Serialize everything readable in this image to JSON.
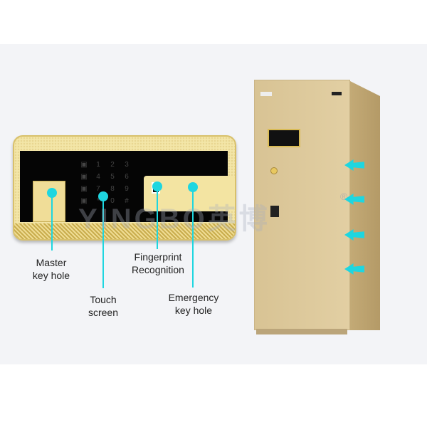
{
  "keypad": {
    "keys": [
      "1",
      "2",
      "3",
      "4",
      "5",
      "6",
      "7",
      "8",
      "9",
      "*",
      "0",
      "#"
    ]
  },
  "labels": {
    "master_key_hole": [
      "Master",
      "key hole"
    ],
    "touch_screen": [
      "Touch",
      "screen"
    ],
    "fingerprint": [
      "Fingerprint",
      "Recognition"
    ],
    "emergency": [
      "Emergency",
      "key hole"
    ]
  },
  "watermark": {
    "text": "YINGBO英博",
    "mark": "®"
  },
  "icons": [
    "airflow-arrow-icon",
    "callout-dot-icon"
  ],
  "colors": {
    "accent": "#1ed6e0",
    "gold": "#f3e6a8",
    "safe": "#dcc89c"
  }
}
